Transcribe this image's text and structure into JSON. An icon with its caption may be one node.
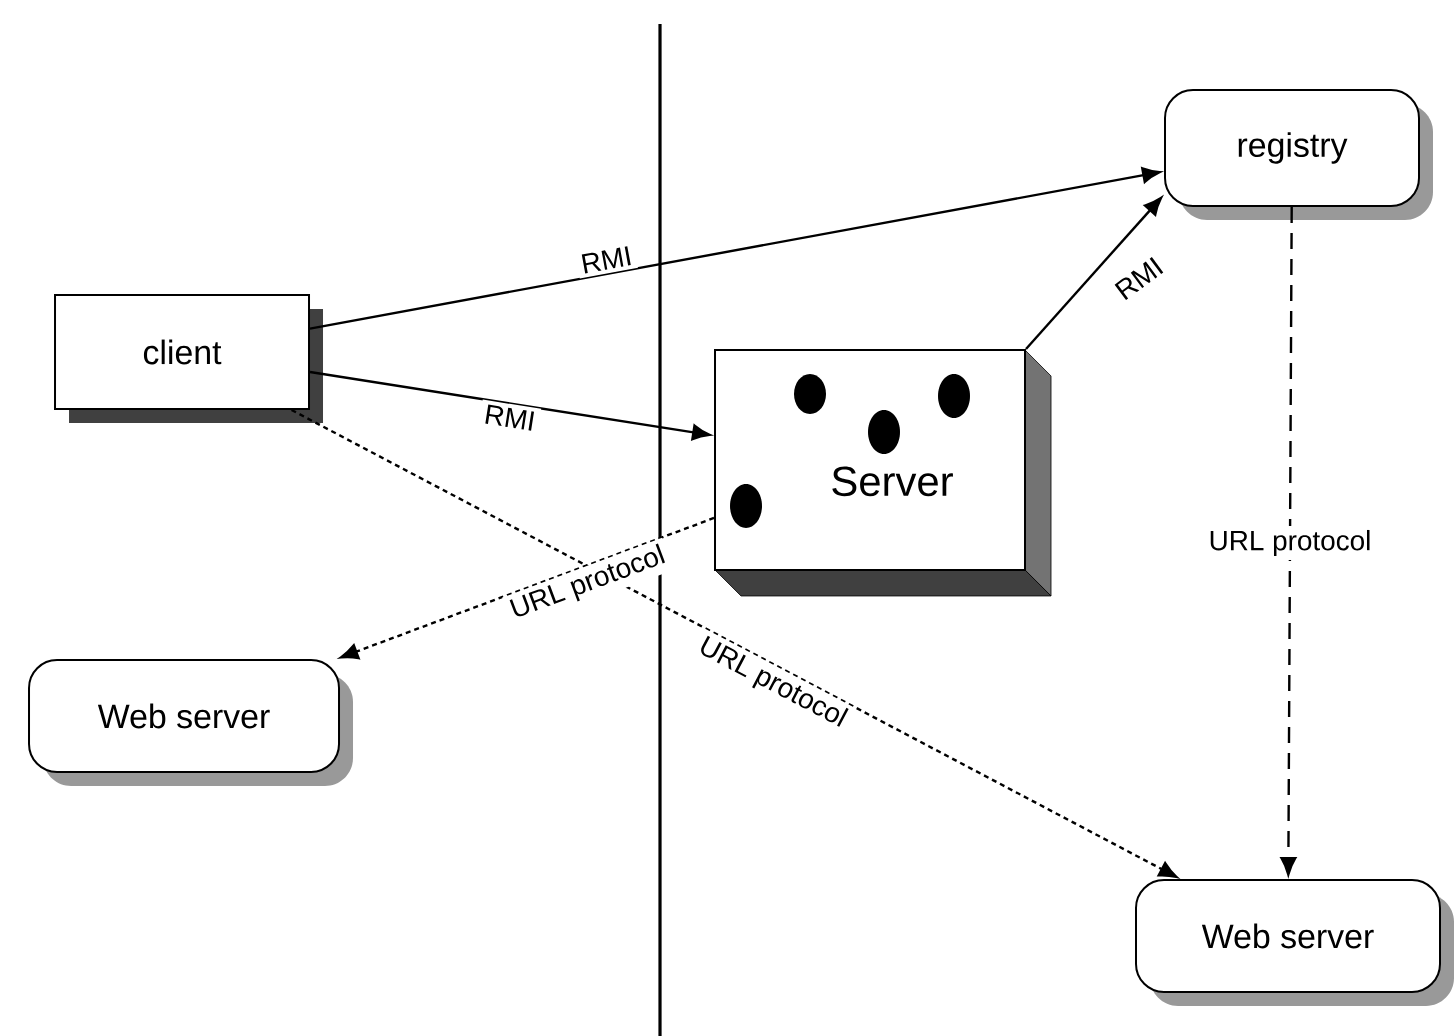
{
  "diagram": {
    "nodes": [
      {
        "text": [
          "client"
        ]
      },
      {
        "text": [
          "registry"
        ]
      },
      {
        "text": [
          "Server"
        ]
      },
      {
        "text": [
          "Web server"
        ]
      },
      {
        "text": [
          "Web server"
        ]
      }
    ],
    "edges": [
      {
        "from": 0,
        "to": 1,
        "arrow": "to",
        "label": "RMI"
      },
      {
        "from": 0,
        "to": 2,
        "arrow": "to",
        "label": "RMI"
      },
      {
        "from": 2,
        "to": 1,
        "arrow": "to",
        "label": "RMI"
      },
      {
        "from": 1,
        "to": 4,
        "arrow": "to",
        "label": "URL protocol",
        "style": "dashed"
      },
      {
        "from": 2,
        "to": 3,
        "arrow": "to",
        "label": "URL protocol",
        "style": "dashed"
      },
      {
        "from": 0,
        "to": 4,
        "arrow": "to",
        "label": "URL protocol",
        "style": "dashed"
      }
    ]
  }
}
